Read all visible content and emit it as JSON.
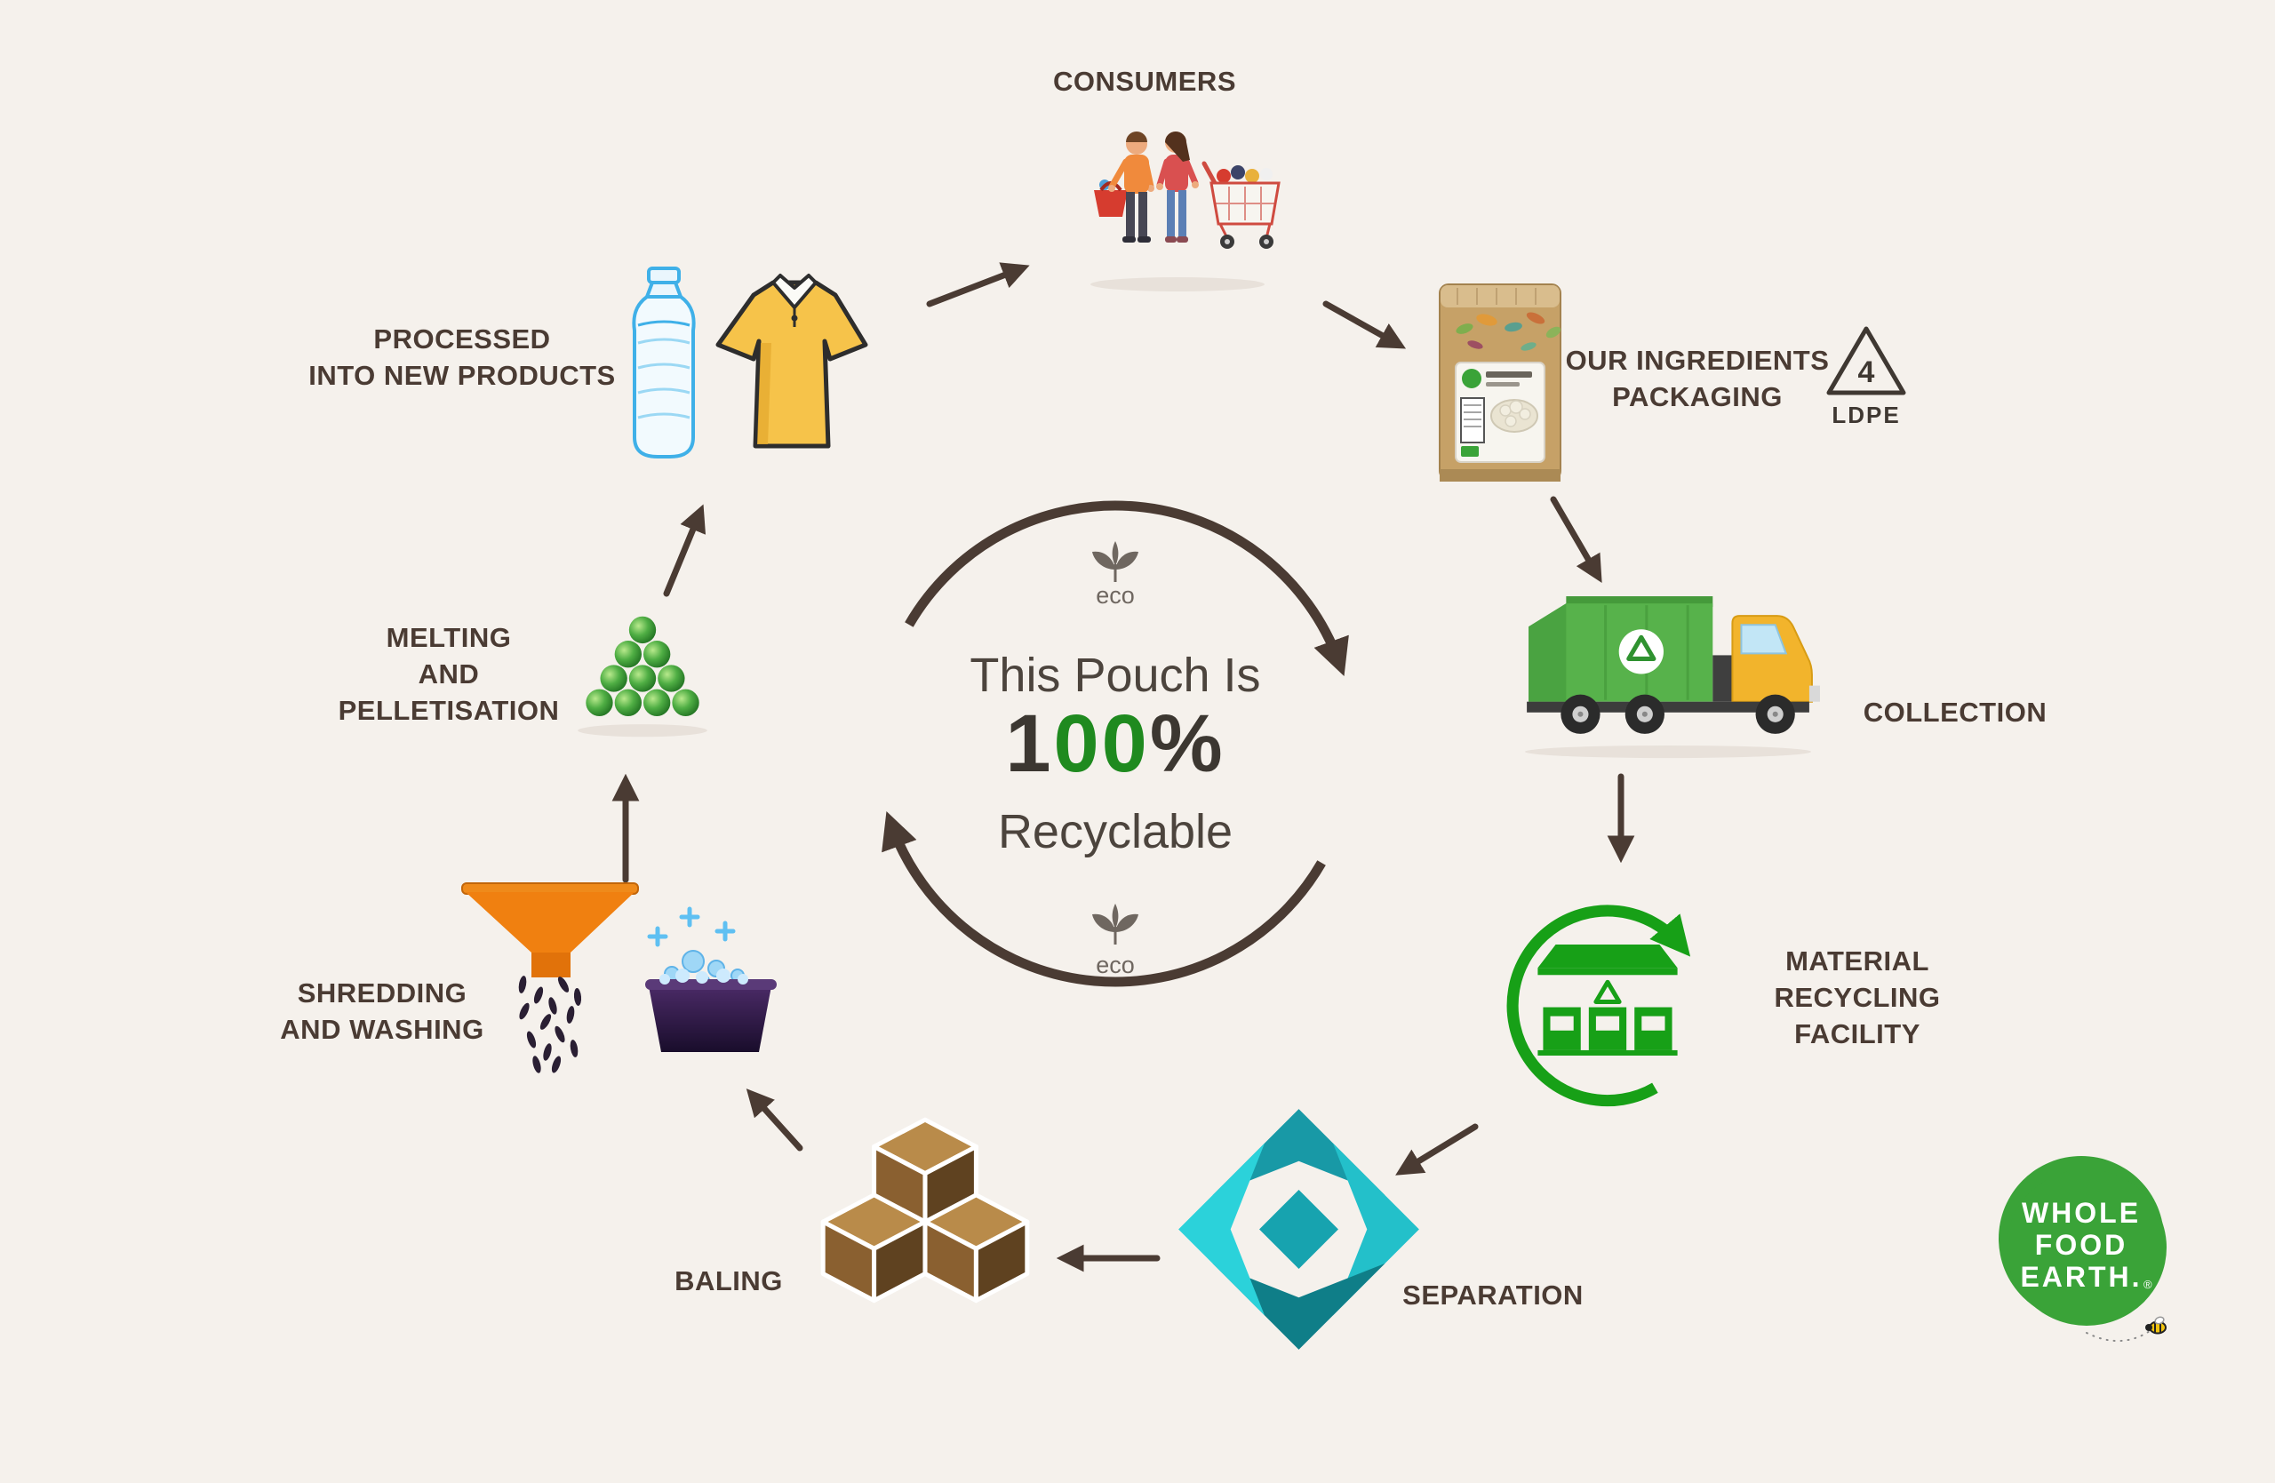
{
  "background": "#f5f1ec",
  "center": {
    "line1": "This Pouch Is",
    "digit1": "1",
    "digits00": "00",
    "percent": "%",
    "line2": "Recyclable",
    "eco": "eco"
  },
  "stages": {
    "consumers": {
      "label": "CONSUMERS"
    },
    "packaging": {
      "label": "OUR INGREDIENTS\nPACKAGING"
    },
    "collection": {
      "label": "COLLECTION"
    },
    "mrf": {
      "label": "MATERIAL\nRECYCLING\nFACILITY"
    },
    "separation": {
      "label": "SEPARATION"
    },
    "baling": {
      "label": "BALING"
    },
    "shredding": {
      "label": "SHREDDING\nAND WASHING"
    },
    "melting": {
      "label": "MELTING\nAND\nPELLETISATION"
    },
    "new_products": {
      "label": "PROCESSED\nINTO NEW PRODUCTS"
    }
  },
  "ldpe": {
    "number": "4",
    "code": "LDPE"
  },
  "logo": {
    "line1": "WHOLE",
    "line2": "FOOD",
    "line3": "EARTH.",
    "reg": "®"
  },
  "colors": {
    "arrow": "#4a3b33",
    "label": "#4a3b33",
    "accent_green": "#1f8a1f",
    "teal": "#1fb3bd",
    "logo_green": "#3aa338"
  }
}
